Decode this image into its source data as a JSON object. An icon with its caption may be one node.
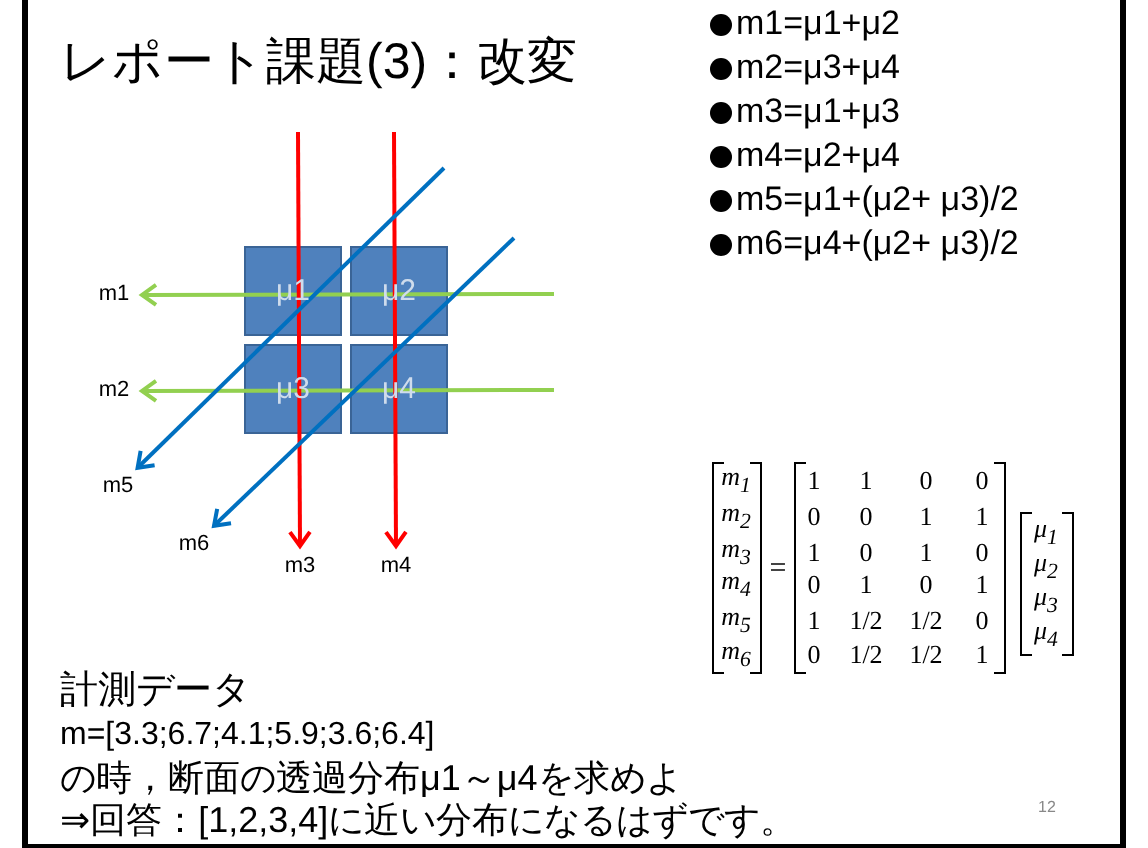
{
  "diagram": {
    "title": "レポート課題(3)：改変",
    "nodes": [
      {
        "text": [
          "μ1"
        ]
      },
      {
        "text": [
          "μ2"
        ]
      },
      {
        "text": [
          "μ3"
        ]
      },
      {
        "text": [
          "μ4"
        ]
      },
      {
        "text": [
          "m1"
        ]
      },
      {
        "text": [
          "m2"
        ]
      },
      {
        "text": [
          "m3"
        ]
      },
      {
        "text": [
          "m4"
        ]
      },
      {
        "text": [
          "m5"
        ]
      },
      {
        "text": [
          "m6"
        ]
      }
    ],
    "edges": [
      {
        "from": null,
        "to": 4,
        "arrow": "to",
        "color": "#92d050"
      },
      {
        "from": null,
        "to": 5,
        "arrow": "to",
        "color": "#92d050"
      },
      {
        "from": null,
        "to": 6,
        "arrow": "to",
        "color": "#ff0000"
      },
      {
        "from": null,
        "to": 7,
        "arrow": "to",
        "color": "#ff0000"
      },
      {
        "from": null,
        "to": 8,
        "arrow": "to",
        "color": "#0070c0"
      },
      {
        "from": null,
        "to": 9,
        "arrow": "to",
        "color": "#0070c0"
      }
    ],
    "labels": [
      "m1=μ1+μ2",
      "m2=μ3+μ4",
      "m3=μ1+μ3",
      "m4=μ2+μ4",
      "m5=μ1+(μ2+ μ3)/2",
      "m6=μ4+(μ2+ μ3)/2",
      "m$_{1}$",
      "m$_{2}$",
      "m$_{3}$",
      "m$_{4}$",
      "m$_{5}$",
      "m$_{6}$",
      "=",
      "1",
      "1",
      "0",
      "0",
      "0",
      "0",
      "1",
      "1",
      "1",
      "0",
      "1",
      "0",
      "0",
      "1",
      "0",
      "1",
      "1",
      "1/2",
      "1/2",
      "0",
      "0",
      "1/2",
      "1/2",
      "1",
      "μ$_{1}$",
      "μ$_{2}$",
      "μ$_{3}$",
      "μ$_{4}$",
      "計測データ",
      "m=[3.3;6.7;4.1;5.9;3.6;6.4]",
      "の時，断面の透過分布μ1～μ4を求めよ",
      "⇒回答：[1,2,3,4]に近い分布になるはずです。",
      "12"
    ]
  }
}
